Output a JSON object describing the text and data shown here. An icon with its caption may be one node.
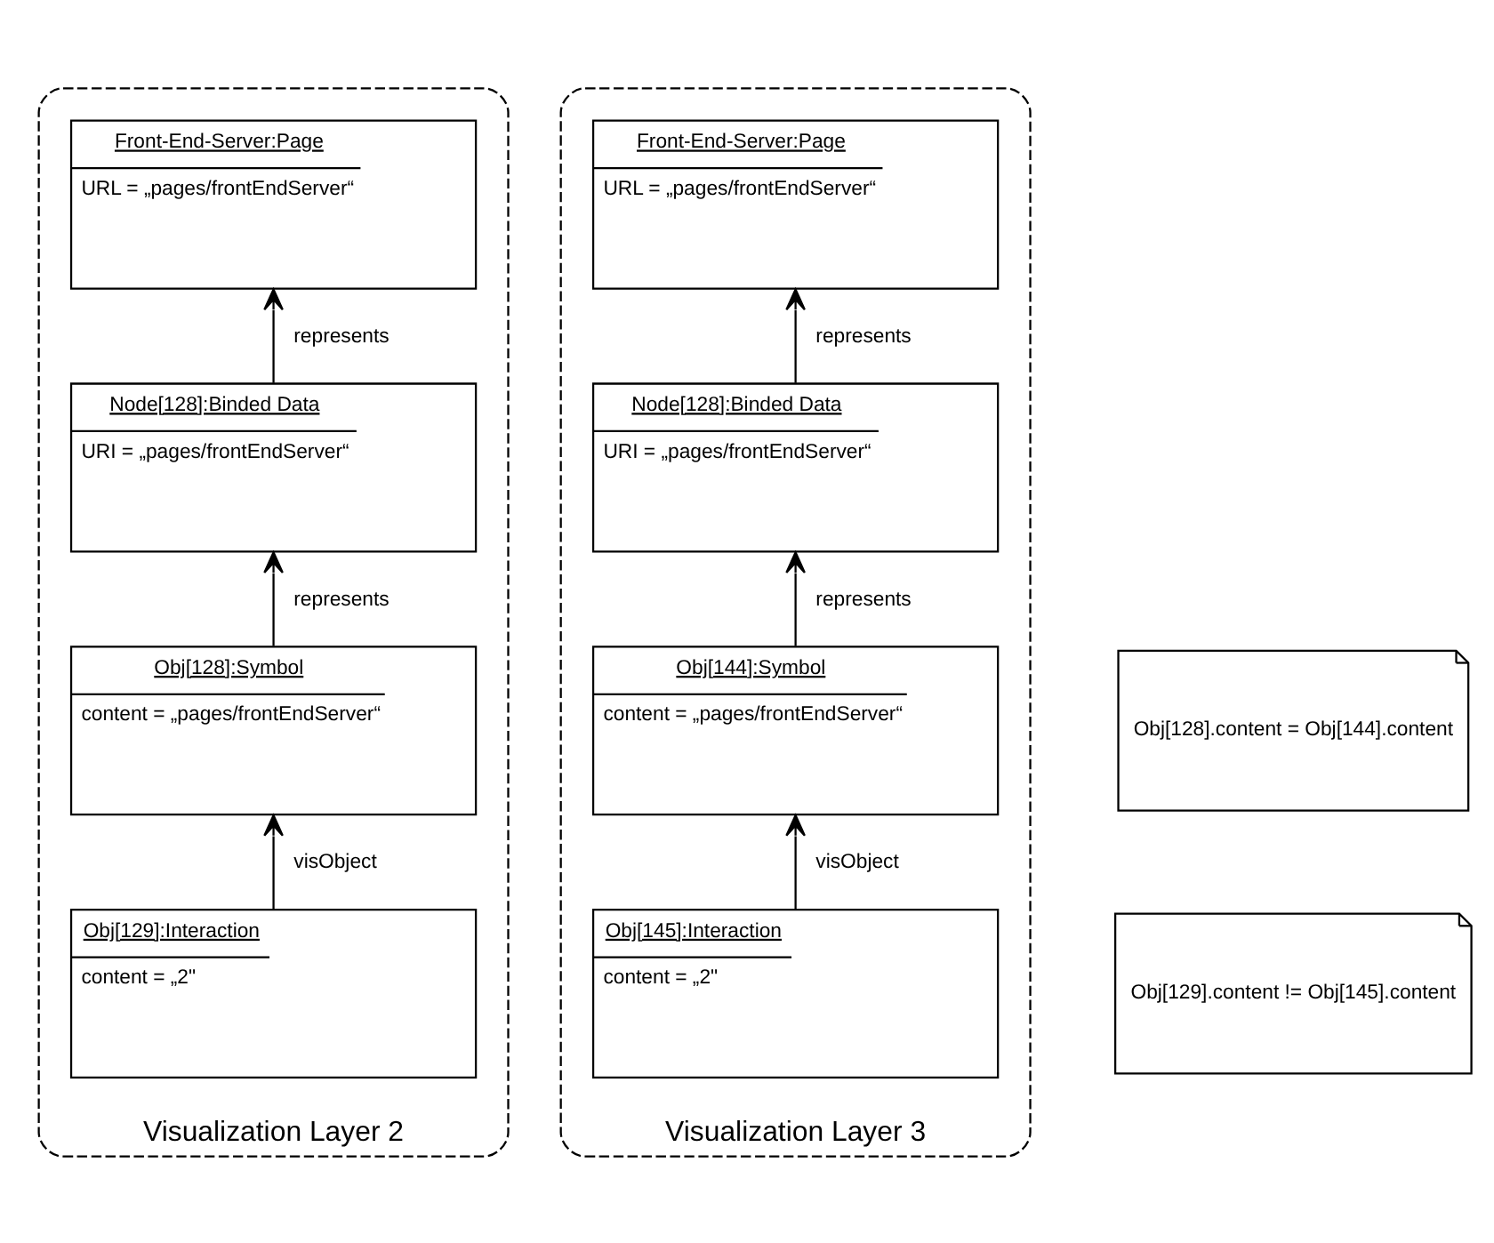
{
  "diagram": {
    "nodes": [
      {
        "text": [
          "Visualization Layer 2"
        ]
      },
      {
        "text": [
          "Front-End-Server:Page",
          "URL = „pages/frontEndServer“"
        ],
        "in": 0
      },
      {
        "text": [
          "Node[128]:Binded Data",
          "URI = „pages/frontEndServer“"
        ],
        "in": 0
      },
      {
        "text": [
          "Obj[128]:Symbol",
          "content = „pages/frontEndServer“"
        ],
        "in": 0
      },
      {
        "text": [
          "Obj[129]:Interaction",
          "content = „2\""
        ],
        "in": 0
      },
      {
        "text": [
          "Visualization Layer 3"
        ]
      },
      {
        "text": [
          "Front-End-Server:Page",
          "URL = „pages/frontEndServer“"
        ],
        "in": 5
      },
      {
        "text": [
          "Node[128]:Binded Data",
          "URI = „pages/frontEndServer“"
        ],
        "in": 5
      },
      {
        "text": [
          "Obj[144]:Symbol",
          "content = „pages/frontEndServer“"
        ],
        "in": 5
      },
      {
        "text": [
          "Obj[145]:Interaction",
          "content = „2\""
        ],
        "in": 5
      },
      {
        "text": [
          "Obj[128].content = Obj[144].content"
        ]
      },
      {
        "text": [
          "Obj[129].content != Obj[145].content"
        ]
      }
    ],
    "edges": [
      {
        "from": 2,
        "to": 1,
        "arrow": "to",
        "label": "represents"
      },
      {
        "from": 3,
        "to": 2,
        "arrow": "to",
        "label": "represents"
      },
      {
        "from": 4,
        "to": 3,
        "arrow": "to",
        "label": "visObject"
      },
      {
        "from": 7,
        "to": 6,
        "arrow": "to",
        "label": "represents"
      },
      {
        "from": 8,
        "to": 7,
        "arrow": "to",
        "label": "represents"
      },
      {
        "from": 9,
        "to": 8,
        "arrow": "to",
        "label": "visObject"
      }
    ]
  }
}
